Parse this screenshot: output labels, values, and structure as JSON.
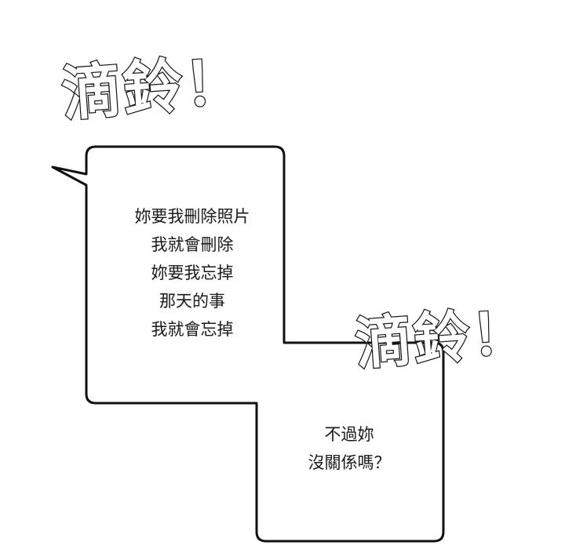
{
  "sfx": {
    "top": "滴鈴！",
    "middle": "滴鈴！"
  },
  "speech_bubble": {
    "lines": [
      "妳要我刪除照片",
      "我就會刪除",
      "妳要我忘掉",
      "那天的事",
      "我就會忘掉"
    ]
  },
  "reply_bubble": {
    "lines": [
      "不過妳",
      "沒關係嗎？"
    ]
  }
}
